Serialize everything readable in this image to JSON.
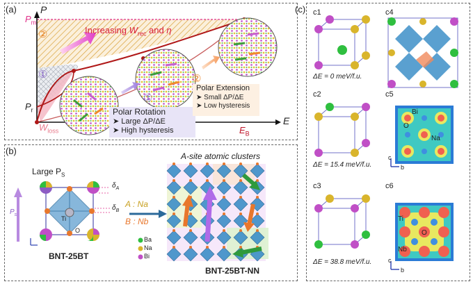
{
  "panel_a": {
    "label": "(a)",
    "y_axis": "P",
    "x_axis": "E",
    "pm": "P",
    "pm_sub": "m",
    "pr": "P",
    "pr_sub": "r",
    "eb": "E",
    "eb_sub": "B",
    "wloss": "W",
    "wloss_sub": "loss",
    "increasing_pre": "Increasing ",
    "increasing_w": "W",
    "increasing_w_sub": "rec",
    "increasing_post": " and ",
    "increasing_eta": "η",
    "num1": "①",
    "num2": "②",
    "polar_rotation": {
      "title": "Polar Rotation",
      "item1": "Large ΔP/ΔE",
      "item2": "High hysteresis"
    },
    "polar_extension": {
      "title": "Polar Extension",
      "item1": "Small ΔP/ΔE",
      "item2": "Low hysteresis"
    }
  },
  "panel_b": {
    "label": "(b)",
    "large_ps": "Large P",
    "large_ps_sub": "S",
    "ps_arrow_label": "P",
    "ps_arrow_sub": "s",
    "delta_a": "δ",
    "delta_a_sub": "A",
    "delta_b": "δ",
    "delta_b_sub": "B",
    "ti": "Ti",
    "o": "O",
    "bnt": "BNT-25BT",
    "a_site": "A : Na",
    "b_site": "B : Nb",
    "clusters_title": "A-site atomic clusters",
    "nn_label": "BNT-25BT-NN",
    "legend": [
      {
        "label": "Ba",
        "color": "#2fbf3f"
      },
      {
        "label": "Na",
        "color": "#d9b52c"
      },
      {
        "label": "Bi",
        "color": "#c04fc6"
      }
    ]
  },
  "panel_c": {
    "label": "(c)",
    "c1": "c1",
    "c2": "c2",
    "c3": "c3",
    "c4": "c4",
    "c5": "c5",
    "c6": "c6",
    "de1": "ΔE = 0 meV/f.u.",
    "de2": "ΔE = 15.4 meV/f.u.",
    "de3": "ΔE = 38.8 meV/f.u.",
    "c5_bi": "Bi",
    "c5_o": "O",
    "c5_na": "Na",
    "c6_ti": "Ti",
    "c6_o": "O",
    "c6_nb": "Nb",
    "axis_c": "c",
    "axis_b": "b"
  },
  "colors": {
    "ba": "#2fbf3f",
    "na": "#d9b52c",
    "bi": "#c04fc6",
    "oct": "#3d8fc8",
    "curve": "#b01818",
    "hatch": "#d9a23a"
  }
}
